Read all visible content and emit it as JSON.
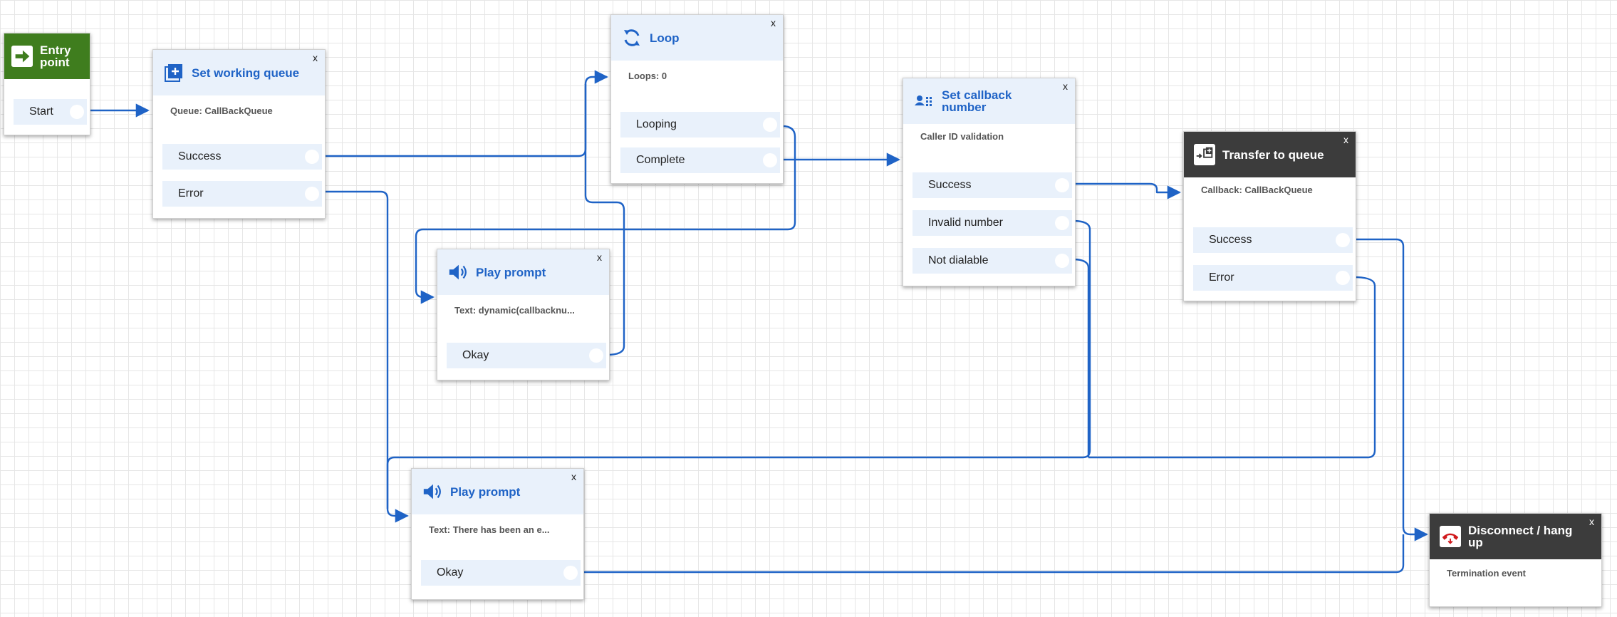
{
  "colors": {
    "connector": "#1f63c6",
    "title_blue": "#1f63c6",
    "header_light": "#e9f1fb",
    "header_dark": "#3c3c3c",
    "header_green": "#3f7d1e",
    "grid": "#e6e6e6"
  },
  "close_label": "x",
  "entry": {
    "title": "Entry point",
    "icon": "arrow-right-icon",
    "branch": "Start"
  },
  "set_queue": {
    "title": "Set working queue",
    "icon": "queue-add-icon",
    "desc": "Queue: CallBackQueue",
    "branches": [
      "Success",
      "Error"
    ]
  },
  "loop": {
    "title": "Loop",
    "icon": "loop-icon",
    "desc": "Loops: 0",
    "branches": [
      "Looping",
      "Complete"
    ]
  },
  "play1": {
    "title": "Play prompt",
    "icon": "speaker-icon",
    "desc": "Text: dynamic(callbacknu...",
    "branches": [
      "Okay"
    ]
  },
  "set_callback": {
    "title": "Set callback number",
    "icon": "contact-card-icon",
    "desc": "Caller ID validation",
    "branches": [
      "Success",
      "Invalid number",
      "Not dialable"
    ]
  },
  "transfer": {
    "title": "Transfer to queue",
    "icon": "transfer-queue-icon",
    "desc": "Callback: CallBackQueue",
    "branches": [
      "Success",
      "Error"
    ]
  },
  "play2": {
    "title": "Play prompt",
    "icon": "speaker-icon",
    "desc": "Text: There has been an e...",
    "branches": [
      "Okay"
    ]
  },
  "disconnect": {
    "title": "Disconnect / hang up",
    "icon": "hang-up-phone-icon",
    "desc": "Termination event"
  }
}
